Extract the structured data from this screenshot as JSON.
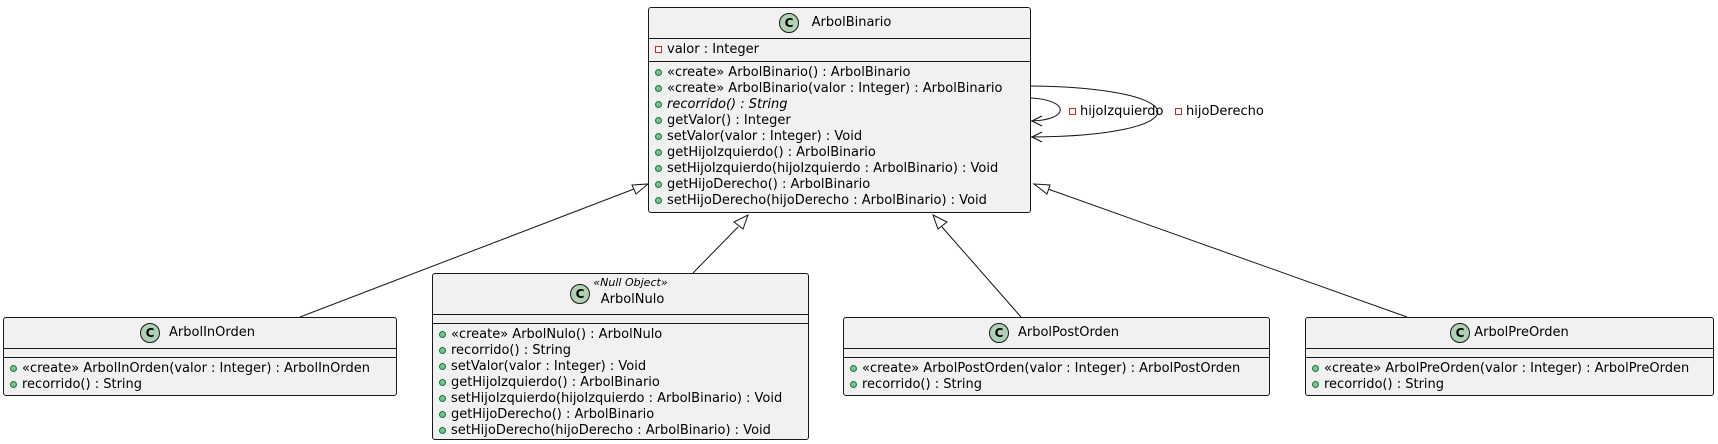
{
  "classes": {
    "arbol_binario": {
      "badge": "C",
      "name": "ArbolBinario",
      "fields": [
        "valor : Integer"
      ],
      "methods": [
        "«create» ArbolBinario() : ArbolBinario",
        "«create» ArbolBinario(valor : Integer) : ArbolBinario",
        "recorrido() : String",
        "getValor() : Integer",
        "setValor(valor : Integer) : Void",
        "getHijoIzquierdo() : ArbolBinario",
        "setHijoIzquierdo(hijoIzquierdo : ArbolBinario) : Void",
        "getHijoDerecho() : ArbolBinario",
        "setHijoDerecho(hijoDerecho : ArbolBinario) : Void"
      ]
    },
    "arbol_in_orden": {
      "badge": "C",
      "name": "ArbolInOrden",
      "methods": [
        "«create» ArbolInOrden(valor : Integer) : ArbolInOrden",
        "recorrido() : String"
      ]
    },
    "arbol_nulo": {
      "badge": "C",
      "stereotype": "«Null Object»",
      "name": "ArbolNulo",
      "methods": [
        "«create» ArbolNulo() : ArbolNulo",
        "recorrido() : String",
        "setValor(valor : Integer) : Void",
        "getHijoIzquierdo() : ArbolBinario",
        "setHijoIzquierdo(hijoIzquierdo : ArbolBinario) : Void",
        "getHijoDerecho() : ArbolBinario",
        "setHijoDerecho(hijoDerecho : ArbolBinario) : Void"
      ]
    },
    "arbol_post_orden": {
      "badge": "C",
      "name": "ArbolPostOrden",
      "methods": [
        "«create» ArbolPostOrden(valor : Integer) : ArbolPostOrden",
        "recorrido() : String"
      ]
    },
    "arbol_pre_orden": {
      "badge": "C",
      "name": "ArbolPreOrden",
      "methods": [
        "«create» ArbolPreOrden(valor : Integer) : ArbolPreOrden",
        "recorrido() : String"
      ]
    }
  },
  "relations": {
    "hijo_izquierdo": "hijoIzquierdo",
    "hijo_derecho": "hijoDerecho"
  },
  "colors": {
    "class_fill": "#f1f1f1",
    "border": "#181818",
    "class_badge": "#add1b2",
    "public_dot": "#84be84",
    "private_box": "#c82930"
  }
}
